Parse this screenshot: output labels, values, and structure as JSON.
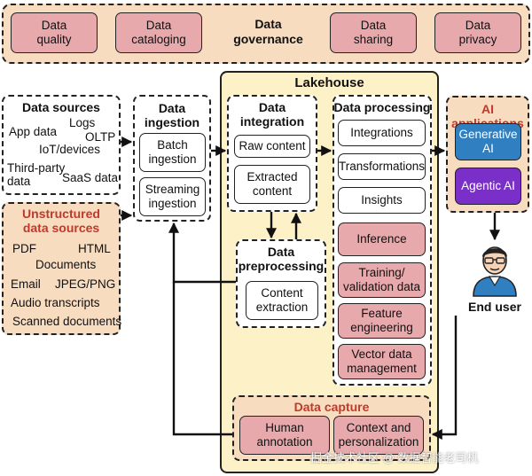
{
  "governance": {
    "title": "Data\ngovernance",
    "items": [
      "Data\nquality",
      "Data\ncataloging",
      "Data\nsharing",
      "Data\nprivacy"
    ]
  },
  "sources": {
    "title": "Data sources",
    "items": [
      "App data",
      "Logs",
      "OLTP",
      "IoT/devices",
      "Third-party\ndata",
      "SaaS data"
    ]
  },
  "unstructured": {
    "title": "Unstructured\ndata sources",
    "items": [
      "PDF",
      "HTML",
      "Documents",
      "Email",
      "JPEG/PNG",
      "Audio transcripts",
      "Scanned documents"
    ]
  },
  "ingestion": {
    "title": "Data\ningestion",
    "items": [
      "Batch\ningestion",
      "Streaming\ningestion"
    ]
  },
  "lakehouse": {
    "title": "Lakehouse"
  },
  "integration": {
    "title": "Data\nintegration",
    "items": [
      "Raw content",
      "Extracted\ncontent"
    ]
  },
  "preprocessing": {
    "title": "Data\npreprocessing",
    "items": [
      "Content\nextraction"
    ]
  },
  "processing": {
    "title": "Data processing",
    "white_items": [
      "Integrations",
      "Transformations",
      "Insights"
    ],
    "pink_items": [
      "Inference",
      "Training/\nvalidation data",
      "Feature\nengineering",
      "Vector data\nmanagement"
    ]
  },
  "capture": {
    "title": "Data capture",
    "items": [
      "Human\nannotation",
      "Context and\npersonalization"
    ]
  },
  "ai": {
    "title": "AI applications",
    "items": [
      "Generative\nAI",
      "Agentic AI"
    ]
  },
  "end_user": {
    "label": "End user"
  },
  "watermark": "掘金技术社区 @ 数据智能老司机",
  "colors": {
    "pink": "#e8a9ad",
    "peach": "#f8dcc0",
    "lakehouse": "#fdf1c8",
    "generative": "#2f7fc1",
    "agentic": "#7a2fc8",
    "accent_red": "#c0392b"
  }
}
